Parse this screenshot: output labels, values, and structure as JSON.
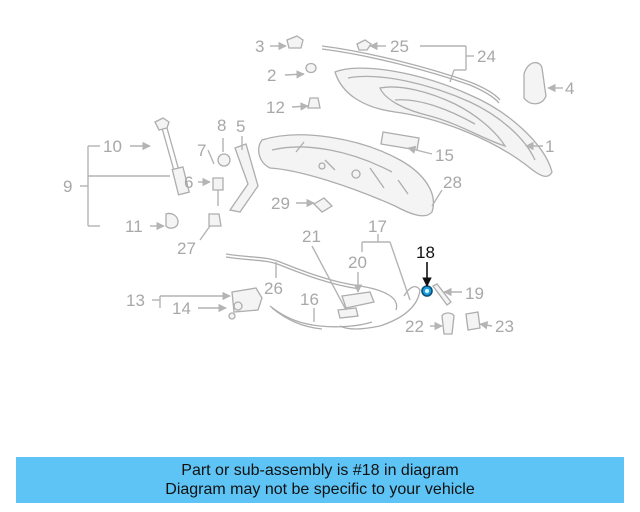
{
  "callouts": [
    "1",
    "2",
    "3",
    "4",
    "5",
    "6",
    "7",
    "8",
    "9",
    "10",
    "11",
    "12",
    "13",
    "14",
    "15",
    "16",
    "17",
    "18",
    "19",
    "20",
    "21",
    "22",
    "23",
    "24",
    "25",
    "26",
    "27",
    "28",
    "29"
  ],
  "highlight": "18",
  "colors": {
    "banner_bg": "#5ec4f5",
    "callout_gray": "#a8a8a8",
    "highlight": "#111111",
    "highlight_part": "#1a9fe0"
  },
  "banner": {
    "line1": "Part or sub-assembly is #18 in diagram",
    "line2": "Diagram may not be specific to your vehicle"
  }
}
